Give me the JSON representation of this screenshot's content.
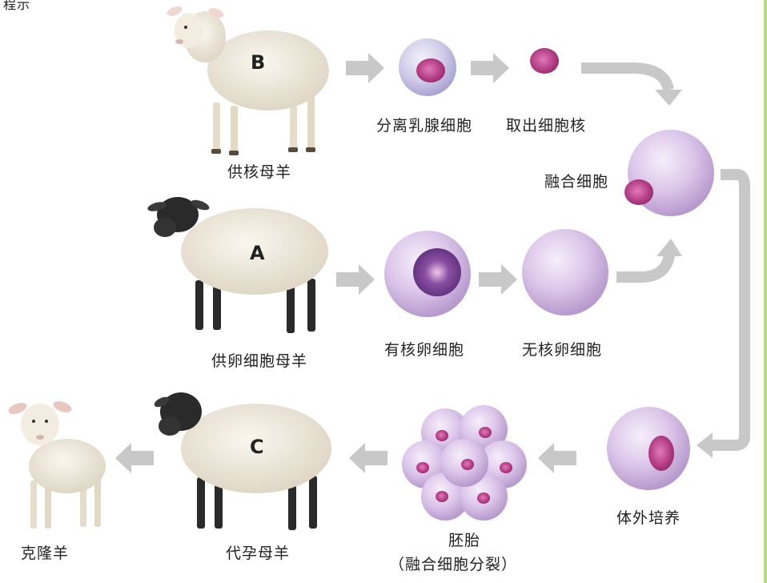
{
  "header_fragment": "程示",
  "sheep": {
    "donor_nucleus": {
      "letter": "B",
      "label": "供核母羊"
    },
    "donor_egg": {
      "letter": "A",
      "label": "供卵细胞母羊"
    },
    "surrogate": {
      "letter": "C",
      "label": "代孕母羊"
    },
    "clone": {
      "label": "克隆羊"
    }
  },
  "cells": {
    "mammary": "分离乳腺细胞",
    "nucleus_extracted": "取出细胞核",
    "fused": "融合细胞",
    "nucleated_egg": "有核卵细胞",
    "enucleated_egg": "无核卵细胞",
    "in_vitro": "体外培养",
    "embryo_line1": "胚胎",
    "embryo_line2": "（融合细胞分裂）"
  },
  "colors": {
    "arrow": "#c8c8c8",
    "cell_fill": "#d9c2e6",
    "nucleus": "#b23a83",
    "wool": "#efe9dc",
    "black_face": "#2a2a2a"
  }
}
